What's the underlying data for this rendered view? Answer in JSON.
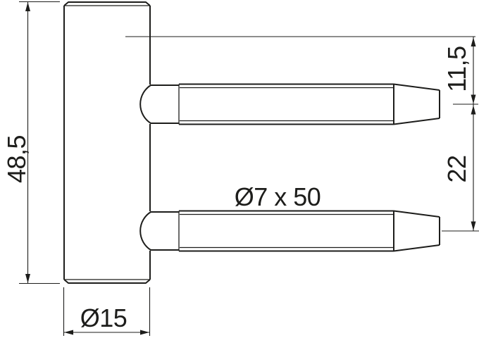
{
  "drawing": {
    "type": "technical-drawing",
    "background": "#ffffff",
    "line_color": "#1d1d1b",
    "dimensions": {
      "overall_height": "48,5",
      "body_diameter": "Ø15",
      "pin_label": "Ø7 x 50",
      "top_pin_offset": "11,5",
      "pin_spacing": "22"
    }
  }
}
